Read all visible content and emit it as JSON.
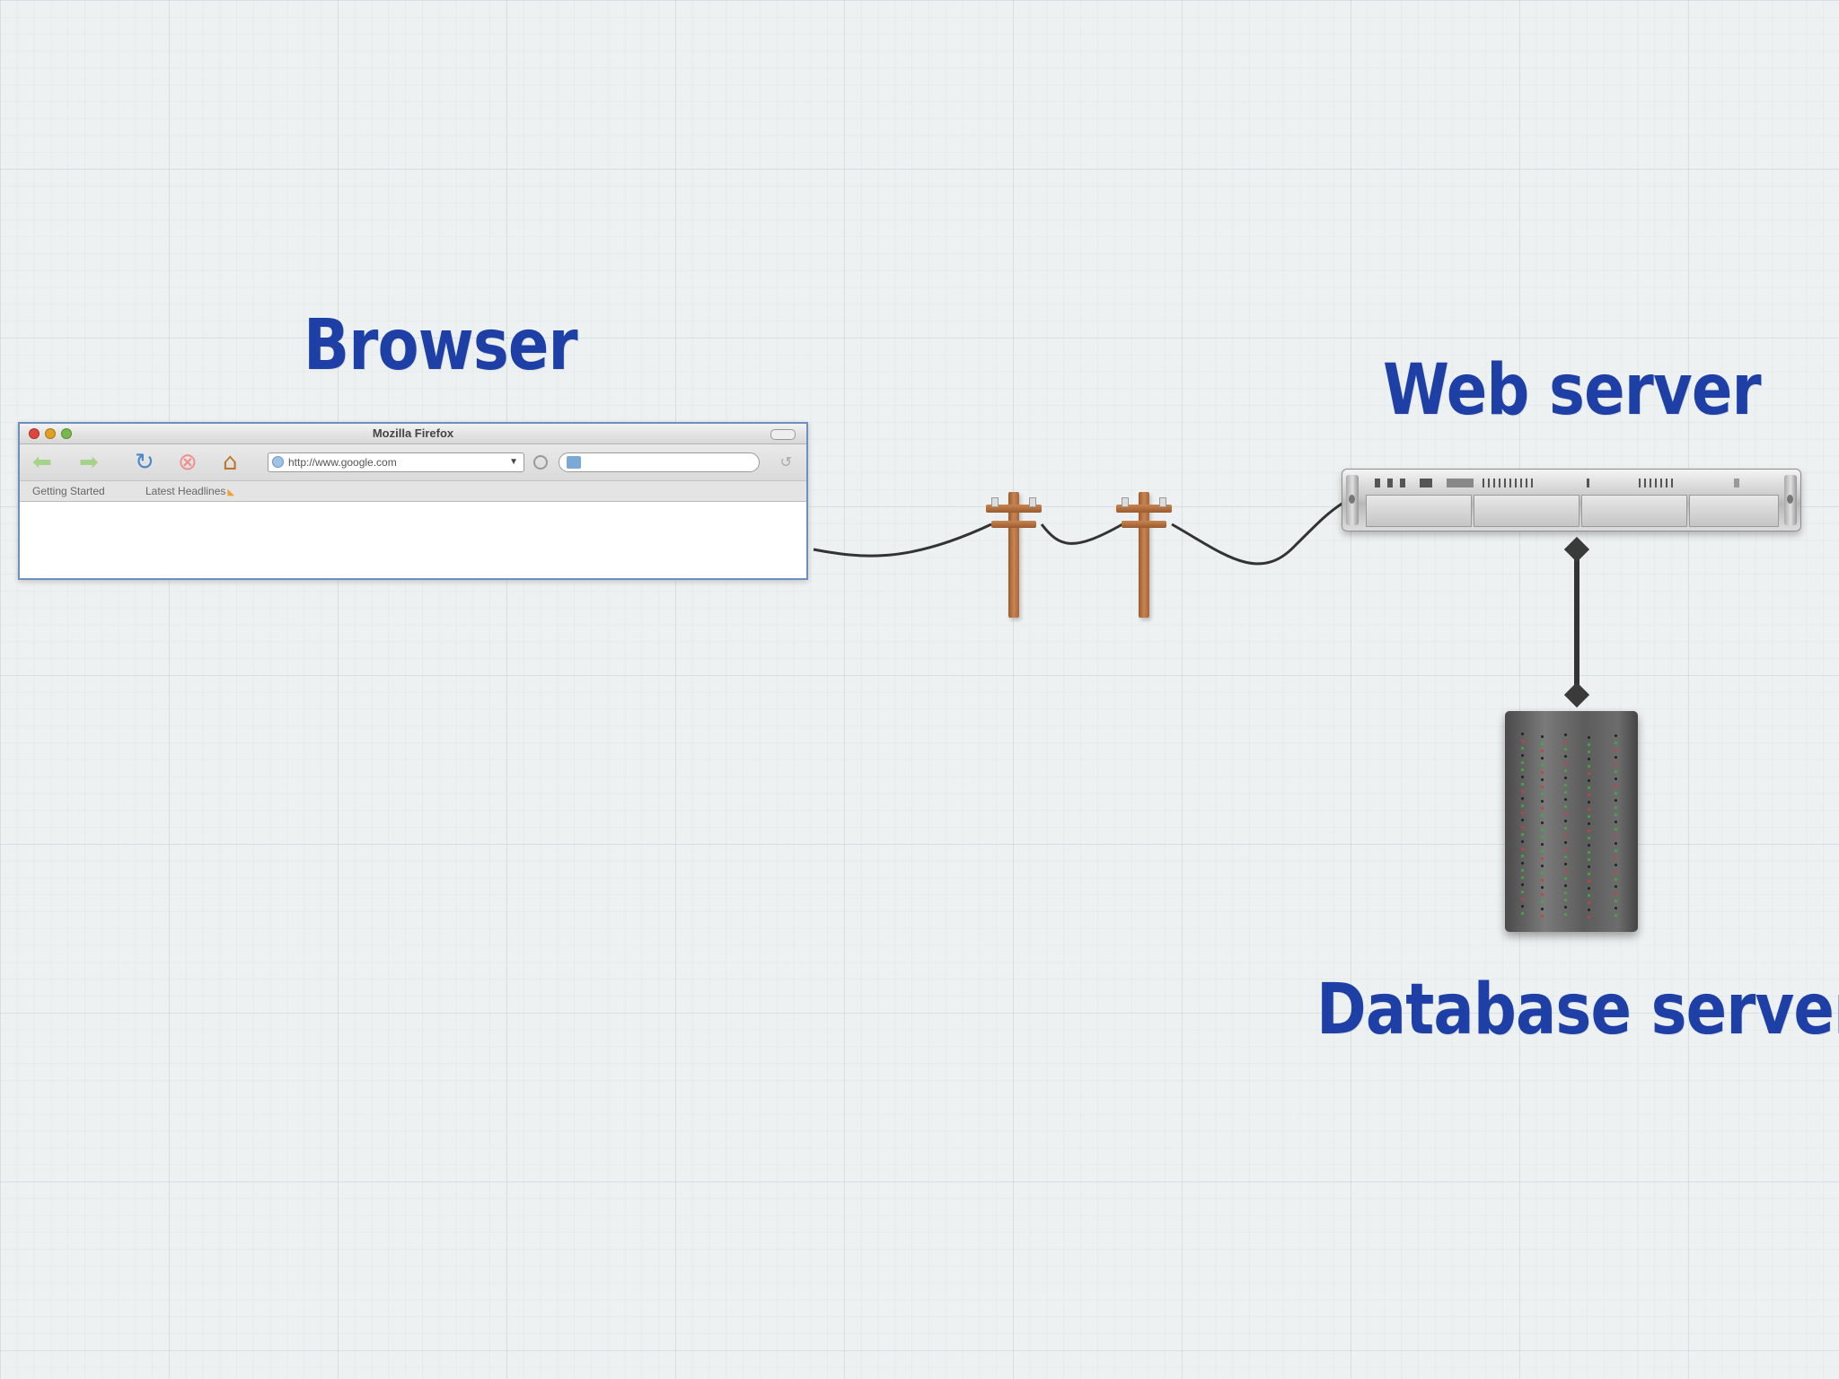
{
  "labels": {
    "browser": "Browser",
    "web_server": "Web server",
    "database_server": "Database server"
  },
  "browser_window": {
    "title": "Mozilla Firefox",
    "url": "http://www.google.com",
    "bookmarks": [
      "Getting Started",
      "Latest Headlines"
    ]
  },
  "icons": [
    "back-arrow-icon",
    "forward-arrow-icon",
    "reload-icon",
    "stop-icon",
    "home-icon",
    "globe-icon",
    "dropdown-icon",
    "go-icon",
    "search-engine-icon",
    "rss-icon",
    "telephone-pole-icon",
    "rack-server-icon",
    "tower-server-icon"
  ],
  "colors": {
    "label_blue": "#1d3fa6",
    "grid_background": "#eef1f1",
    "wire": "#333333",
    "pole_wood": "#b87444"
  }
}
